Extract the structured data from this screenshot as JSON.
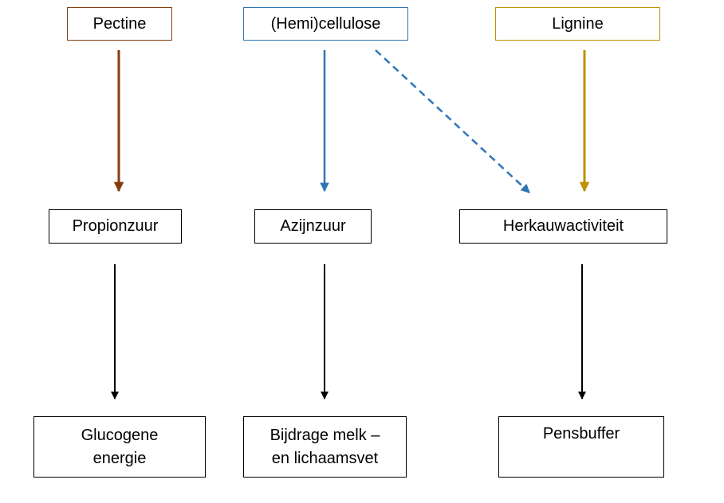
{
  "diagram": {
    "description": "Flow diagram linking feed fibre fractions to rumen fermentation products and effects",
    "colors": {
      "brown": "#843C0C",
      "blue": "#2E75B6",
      "gold": "#BF9000",
      "black": "#000000",
      "background": "#FFFFFF"
    },
    "nodes": {
      "pectine": {
        "label": "Pectine"
      },
      "hemicellulose": {
        "label": "(Hemi)cellulose"
      },
      "lignine": {
        "label": "Lignine"
      },
      "propionzuur": {
        "label": "Propionzuur"
      },
      "azijnzuur": {
        "label": "Azijnzuur"
      },
      "herkauwactiviteit": {
        "label": "Herkauwactiviteit"
      },
      "glucogene": {
        "label": "Glucogene\nenergie"
      },
      "bijdrage": {
        "label": "Bijdrage melk –\nen lichaamsvet"
      },
      "pensbuffer": {
        "label": "Pensbuffer"
      }
    },
    "edges": [
      {
        "from": "Pectine",
        "to": "Propionzuur",
        "style": "solid",
        "color": "#843C0C"
      },
      {
        "from": "(Hemi)cellulose",
        "to": "Azijnzuur",
        "style": "solid",
        "color": "#2E75B6"
      },
      {
        "from": "(Hemi)cellulose",
        "to": "Herkauwactiviteit",
        "style": "dashed",
        "color": "#2E75B6"
      },
      {
        "from": "Lignine",
        "to": "Herkauwactiviteit",
        "style": "solid",
        "color": "#BF9000"
      },
      {
        "from": "Propionzuur",
        "to": "Glucogene energie",
        "style": "solid",
        "color": "#000000"
      },
      {
        "from": "Azijnzuur",
        "to": "Bijdrage melk – en lichaamsvet",
        "style": "solid",
        "color": "#000000"
      },
      {
        "from": "Herkauwactiviteit",
        "to": "Pensbuffer",
        "style": "solid",
        "color": "#000000"
      }
    ]
  }
}
